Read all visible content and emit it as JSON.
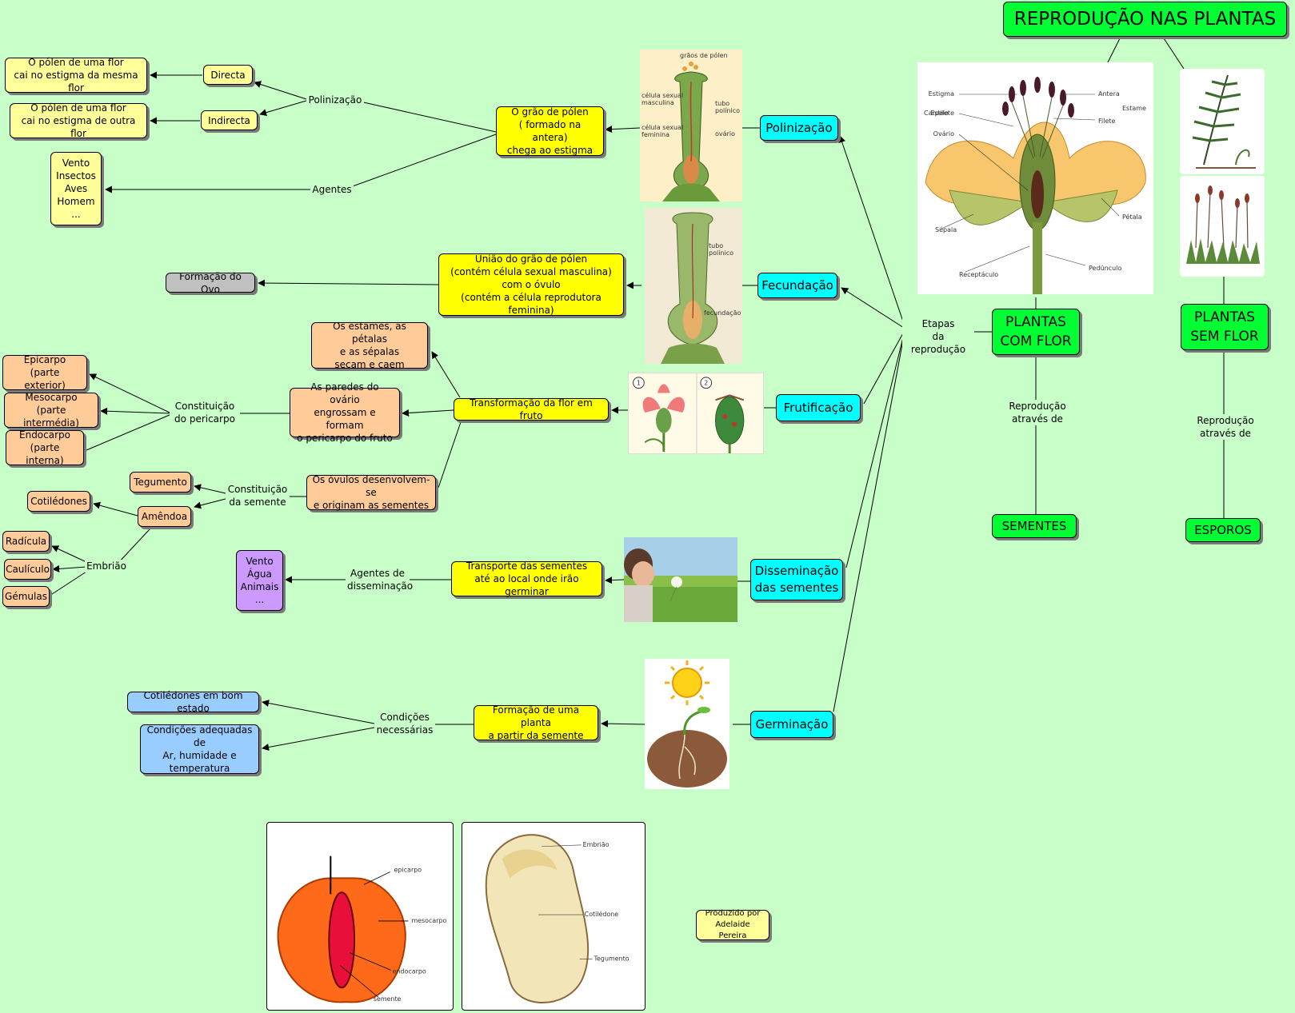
{
  "title": "REPRODUÇÃO NAS PLANTAS",
  "groups": {
    "com_flor": "PLANTAS\nCOM FLOR",
    "sem_flor": "PLANTAS\nSEM FLOR"
  },
  "reproduction": {
    "via": "Reprodução\natravés de",
    "sementes": "SEMENTES",
    "esporos": "ESPOROS"
  },
  "etapas": "Etapas\nda reprodução",
  "stages": {
    "polinizacao": "Polinização",
    "fecundacao": "Fecundação",
    "frutificacao": "Frutificação",
    "disseminacao": "Disseminação\ndas sementes",
    "germinacao": "Germinação"
  },
  "polinizacao": {
    "main": "O grão de pólen\n( formado na antera)\nchega ao estigma",
    "label_polinizacao": "Polinização",
    "label_agentes": "Agentes",
    "directa": "Directa",
    "indirecta": "Indirecta",
    "directa_desc": "O pólen de uma flor\ncai no estigma da mesma flor",
    "indirecta_desc": "O pólen de uma flor\ncai no estigma de outra flor",
    "agentes_list": "Vento\nInsectos\nAves\nHomem\n..."
  },
  "fecundacao": {
    "main": "União do grão de pólen\n(contém célula sexual masculina)\ncom o óvulo\n(contém a célula reprodutora feminina)",
    "result": "Formação do Ovo"
  },
  "frutificacao": {
    "main": "Transformação da flor em fruto",
    "secam": "Os estames, as pétalas\ne as sépalas\nsecam e caem",
    "paredes": "As paredes do ovário\nengrossam e formam\no pericarpo do fruto",
    "label_pericarpo": "Constituição\ndo pericarpo",
    "epicarpo": "Epicarpo\n(parte exterior)",
    "mesocarpo": "Mesocarpo\n(parte intermédia)",
    "endocarpo": "Endocarpo\n(parte interna)",
    "ovulos": "Os óvulos desenvolvem-se\ne originam as sementes",
    "label_semente": "Constituição\nda semente",
    "tegumento": "Tegumento",
    "amendoa": "Amêndoa",
    "cotiledones": "Cotilédones",
    "label_embriao": "Embrião",
    "radicula": "Radícula",
    "caulículo": "Caulículo",
    "gemulas": "Gémulas"
  },
  "disseminacao": {
    "main": "Transporte das sementes\naté ao local onde irão germinar",
    "label_agentes": "Agentes de\ndisseminação",
    "agentes_list": "Vento\nÁgua\nAnimais\n..."
  },
  "germinacao": {
    "main": "Formação de uma planta\na partir da semente",
    "label_condicoes": "Condições\nnecessárias",
    "cotiledones": "Cotilédones em bom estado",
    "condicoes": "Condições adequadas de\nAr, humidade e\ntemperatura"
  },
  "credit": "Produzido por\nAdelaide Pereira",
  "flower_labels": {
    "estigma": "Estigma",
    "estilete": "Estilete",
    "ovario": "Ovário",
    "carpelo": "Carpelo",
    "antera": "Antera",
    "filete": "Filete",
    "estame": "Estame",
    "petala": "Pétala",
    "sepala": "Sépala",
    "receptaculo": "Receptáculo",
    "pedunculo": "Pedúnculo"
  },
  "pistil_labels": {
    "graos": "grãos de pólen",
    "cel_masc": "célula sexual\nmasculina",
    "tubo": "tubo\npolínico",
    "cel_fem": "célula sexual\nfeminina",
    "ovario": "ovário"
  },
  "fecund_labels": {
    "tubo": "tubo\npolínico",
    "fecundacao": "fecundação"
  },
  "fruit_labels": {
    "epicarpo": "epicarpo",
    "mesocarpo": "mesocarpo",
    "endocarpo": "endocarpo",
    "semente": "semente"
  },
  "seed_labels": {
    "embriao": "Embrião",
    "cotiledone": "Cotilédone",
    "tegumento": "Tegumento"
  },
  "frut_numbers": {
    "one": "1",
    "two": "2"
  },
  "colors": {
    "background": "#c8ffc8",
    "yellow": "#ffff00",
    "pale_yellow": "#ffff99",
    "peach": "#ffcc99",
    "cyan": "#00ffff",
    "green": "#00ff33",
    "grey": "#c0c0c0",
    "blue": "#99ccff",
    "purple": "#cc99ff"
  }
}
